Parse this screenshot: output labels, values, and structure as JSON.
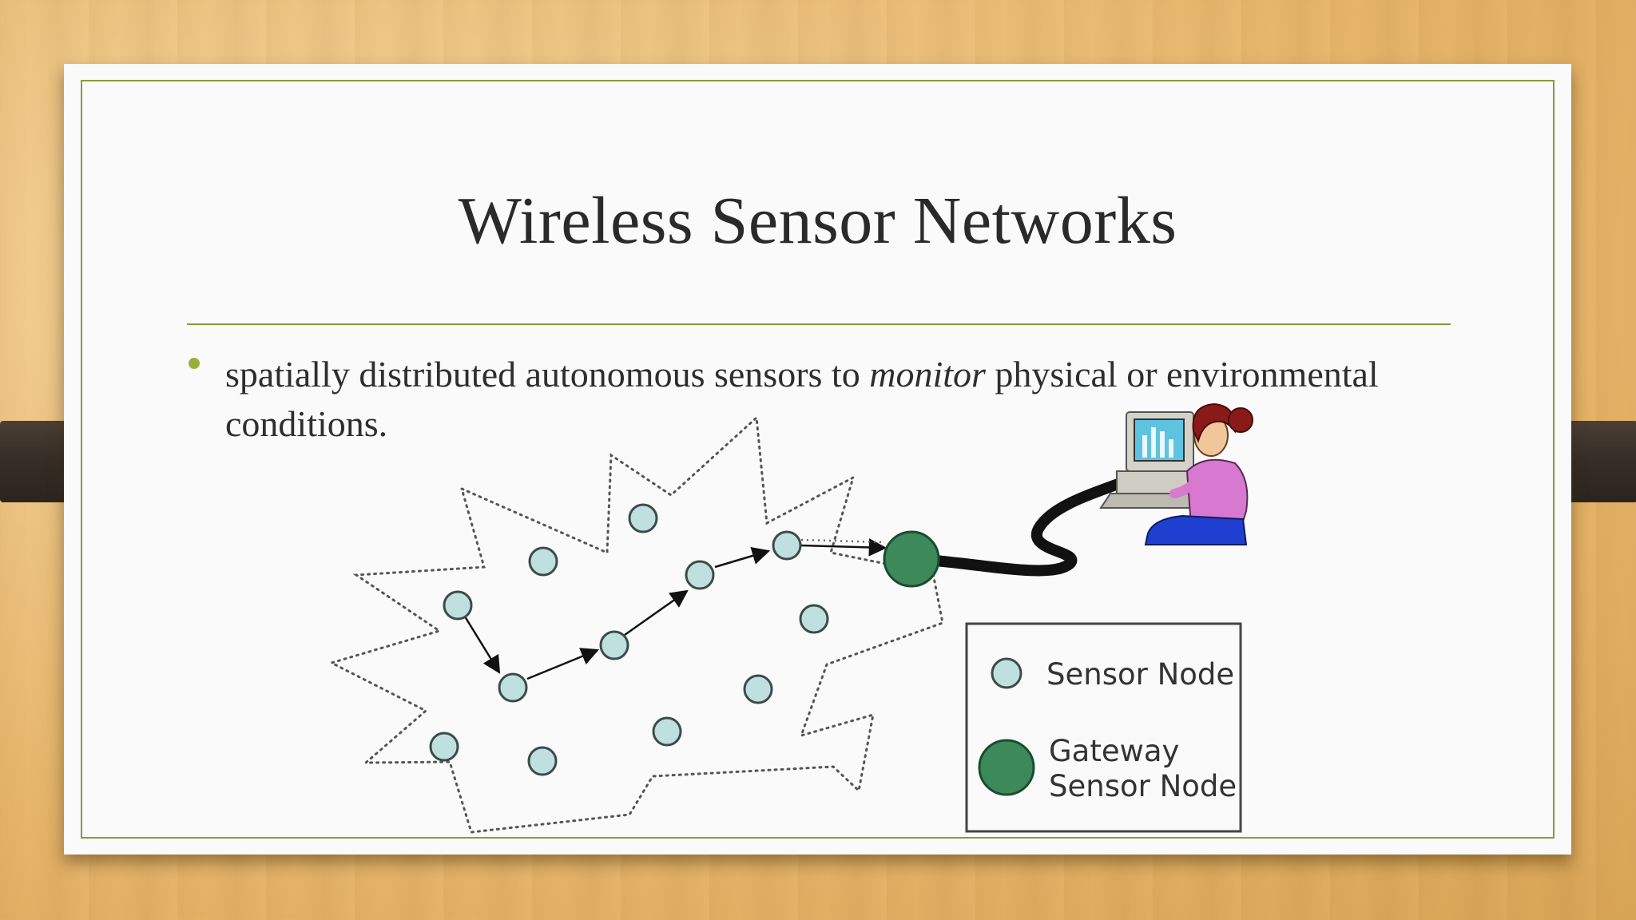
{
  "slide": {
    "title": "Wireless Sensor Networks",
    "bullet": {
      "before": "spatially distributed autonomous sensors to ",
      "emphasis": "monitor",
      "after": " physical or environmental conditions."
    }
  },
  "diagram": {
    "legend": {
      "sensor_node": "Sensor Node",
      "gateway_line1": "Gateway",
      "gateway_line2": "Sensor Node"
    },
    "colors": {
      "sensor_node": "#bfe0de",
      "gateway_node": "#3c8a5c",
      "frame_accent": "#8a9a3a",
      "bullet": "#95b13c"
    },
    "icons": [
      "person-at-computer-icon"
    ]
  }
}
